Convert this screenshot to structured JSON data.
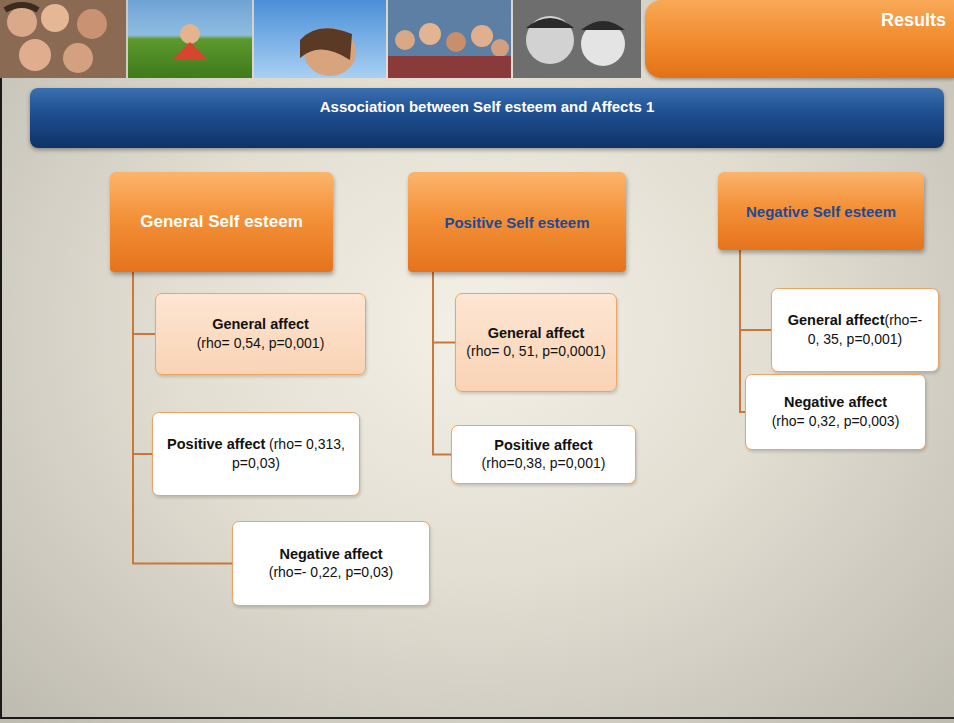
{
  "diagram": {
    "title": "Association between Self esteem and Affects 1",
    "nodes": [
      {
        "text": [
          "Results"
        ]
      },
      {
        "text": [
          "General Self esteem"
        ]
      },
      {
        "text": [
          "General affect",
          "(rho= 0,54, p=0,001)"
        ]
      },
      {
        "text": [
          "Positive affect",
          "(rho= 0,313, p=0,03)"
        ]
      },
      {
        "text": [
          "Negative affect",
          "(rho=- 0,22, p=0,03)"
        ]
      },
      {
        "text": [
          "Positive Self esteem"
        ]
      },
      {
        "text": [
          "General affect",
          "(rho= 0, 51, p=0,0001)"
        ]
      },
      {
        "text": [
          "Positive affect",
          "(rho=0,38, p=0,001)"
        ]
      },
      {
        "text": [
          "Negative Self esteem"
        ]
      },
      {
        "text": [
          "General affect",
          "(rho=- 0, 35, p=0,001)"
        ]
      },
      {
        "text": [
          "Negative affect",
          "(rho= 0,32, p=0,003)"
        ]
      }
    ],
    "edges": [
      {
        "from": 1,
        "to": 2,
        "arrow": "none"
      },
      {
        "from": 1,
        "to": 3,
        "arrow": "none"
      },
      {
        "from": 1,
        "to": 4,
        "arrow": "none"
      },
      {
        "from": 5,
        "to": 6,
        "arrow": "none"
      },
      {
        "from": 5,
        "to": 7,
        "arrow": "none"
      },
      {
        "from": 8,
        "to": 9,
        "arrow": "none"
      },
      {
        "from": 8,
        "to": 10,
        "arrow": "none"
      }
    ]
  }
}
